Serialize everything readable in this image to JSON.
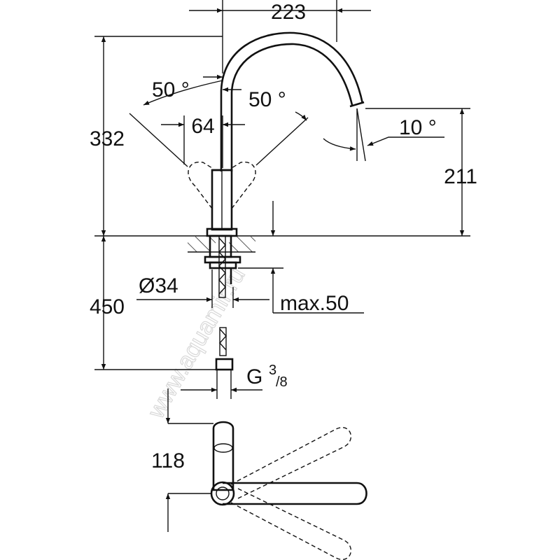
{
  "drawing": {
    "dimensions": {
      "spout_reach": "223",
      "total_height": "332",
      "spout_height": "211",
      "lever_spacing": "64",
      "lever_angle_left": "50 °",
      "lever_angle_right": "50 °",
      "spout_angle": "10 °",
      "hole_diameter": "Ø34",
      "counter_thickness": "max.50",
      "hose_length": "450",
      "connection_thread": "G",
      "connection_num": "3",
      "connection_den": "/8",
      "plan_depth": "118"
    },
    "watermark": "www.aquamir.ru"
  }
}
